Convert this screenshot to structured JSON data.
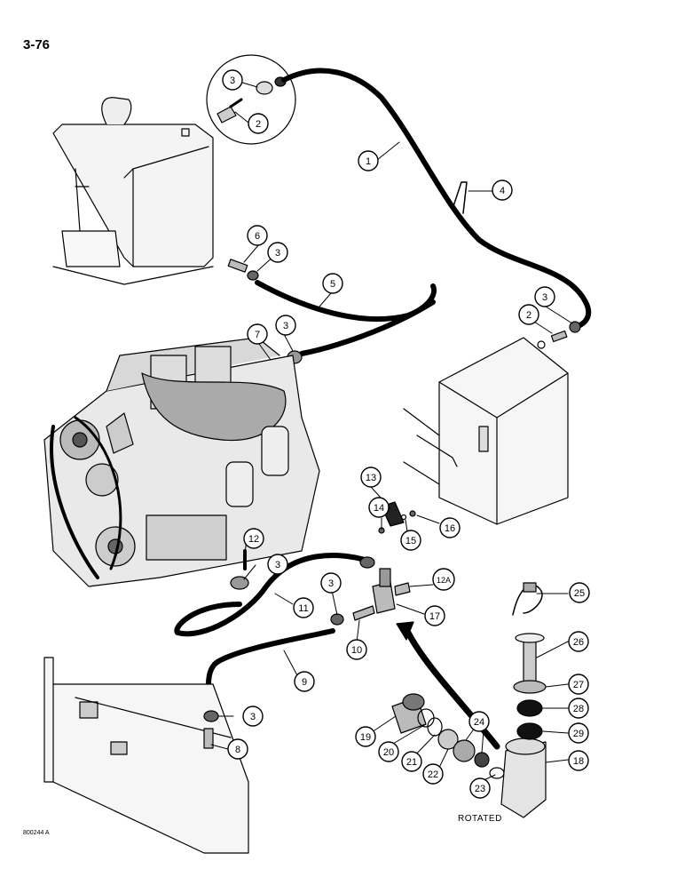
{
  "page": {
    "number": "3-76",
    "footer_code": "800244 A",
    "rotated_note": "ROTATED"
  },
  "callouts": [
    {
      "id": "c1",
      "label": "1"
    },
    {
      "id": "c2a",
      "label": "2"
    },
    {
      "id": "c3a",
      "label": "3"
    },
    {
      "id": "c4",
      "label": "4"
    },
    {
      "id": "c6",
      "label": "6"
    },
    {
      "id": "c3b",
      "label": "3"
    },
    {
      "id": "c5",
      "label": "5"
    },
    {
      "id": "c3c",
      "label": "3"
    },
    {
      "id": "c2b",
      "label": "2"
    },
    {
      "id": "c7",
      "label": "7"
    },
    {
      "id": "c3d",
      "label": "3"
    },
    {
      "id": "c13",
      "label": "13"
    },
    {
      "id": "c14",
      "label": "14"
    },
    {
      "id": "c16",
      "label": "16"
    },
    {
      "id": "c15",
      "label": "15"
    },
    {
      "id": "c12",
      "label": "12"
    },
    {
      "id": "c3e",
      "label": "3"
    },
    {
      "id": "c3f",
      "label": "3"
    },
    {
      "id": "c12a",
      "label": "12A"
    },
    {
      "id": "c11",
      "label": "11"
    },
    {
      "id": "c17",
      "label": "17"
    },
    {
      "id": "c10",
      "label": "10"
    },
    {
      "id": "c25",
      "label": "25"
    },
    {
      "id": "c26",
      "label": "26"
    },
    {
      "id": "c9",
      "label": "9"
    },
    {
      "id": "c27",
      "label": "27"
    },
    {
      "id": "c3g",
      "label": "3"
    },
    {
      "id": "c24",
      "label": "24"
    },
    {
      "id": "c28",
      "label": "28"
    },
    {
      "id": "c29",
      "label": "29"
    },
    {
      "id": "c8",
      "label": "8"
    },
    {
      "id": "c19",
      "label": "19"
    },
    {
      "id": "c20",
      "label": "20"
    },
    {
      "id": "c21",
      "label": "21"
    },
    {
      "id": "c22",
      "label": "22"
    },
    {
      "id": "c18",
      "label": "18"
    },
    {
      "id": "c23",
      "label": "23"
    }
  ]
}
